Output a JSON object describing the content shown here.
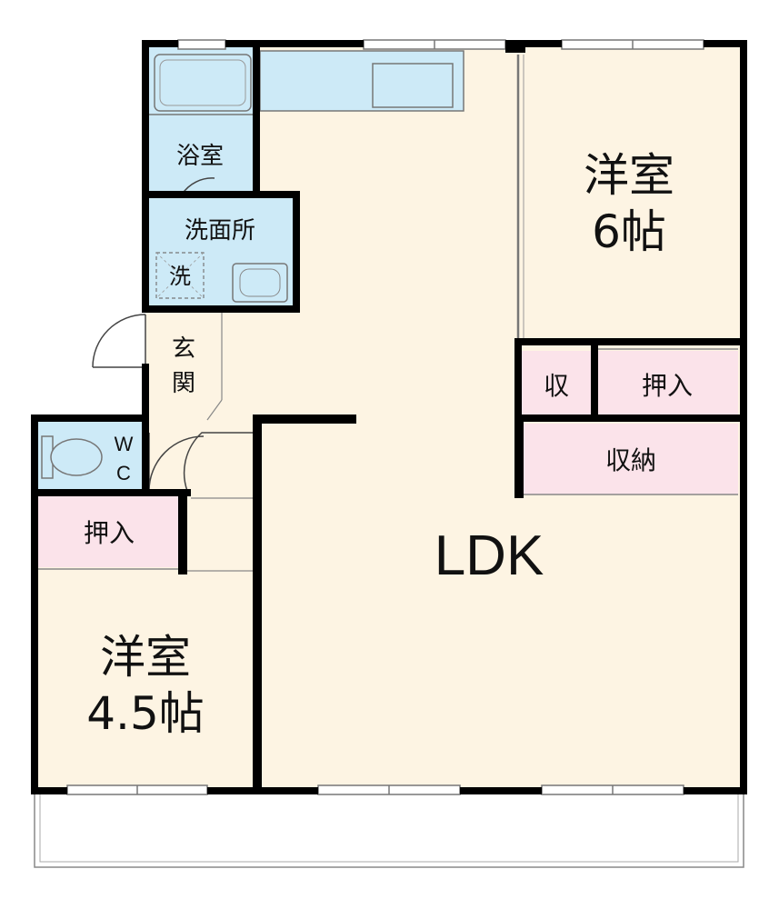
{
  "colors": {
    "floor": "#fdf4e3",
    "wet_area": "#cdeaf7",
    "storage": "#fbe3ea",
    "wall": "#000000",
    "balcony": "#ffffff"
  },
  "rooms": {
    "bath": {
      "label": "浴室"
    },
    "washroom": {
      "label": "洗面所"
    },
    "washer": {
      "label": "洗"
    },
    "entrance": {
      "label": "玄関"
    },
    "wc": {
      "label": "W C",
      "line1": "W",
      "line2": "C"
    },
    "western_room_6": {
      "label": "洋室",
      "size": "6帖"
    },
    "western_room_45": {
      "label": "洋室",
      "size": "4.5帖"
    },
    "ldk": {
      "label": "LDK"
    },
    "closet_small": {
      "label": "収"
    },
    "closet_oshiire_1": {
      "label": "押入"
    },
    "storage": {
      "label": "収納"
    },
    "closet_oshiire_2": {
      "label": "押入"
    }
  }
}
